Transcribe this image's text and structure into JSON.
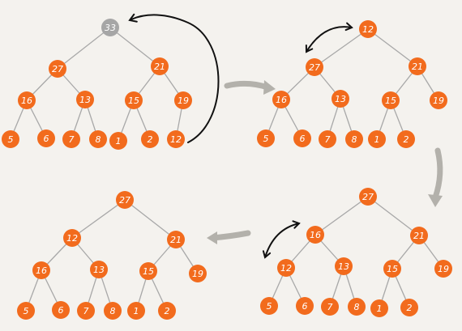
{
  "colors": {
    "node": "#f26b1d",
    "removed_node": "#a6a6a6",
    "flow_arrow": "#b3b1ab",
    "swap_arrow": "#111111"
  },
  "stages": [
    {
      "id": "stage-1",
      "removed": "33",
      "nodes": [
        "33",
        "27",
        "21",
        "16",
        "13",
        "15",
        "19",
        "5",
        "6",
        "7",
        "8",
        "1",
        "2",
        "12"
      ]
    },
    {
      "id": "stage-2",
      "nodes": [
        "12",
        "27",
        "21",
        "16",
        "13",
        "15",
        "19",
        "5",
        "6",
        "7",
        "8",
        "1",
        "2"
      ]
    },
    {
      "id": "stage-3",
      "nodes": [
        "27",
        "12",
        "21",
        "16",
        "13",
        "15",
        "19",
        "5",
        "6",
        "7",
        "8",
        "1",
        "2"
      ]
    },
    {
      "id": "stage-4",
      "nodes": [
        "27",
        "16",
        "21",
        "12",
        "13",
        "15",
        "19",
        "5",
        "6",
        "7",
        "8",
        "1",
        "2"
      ]
    }
  ]
}
